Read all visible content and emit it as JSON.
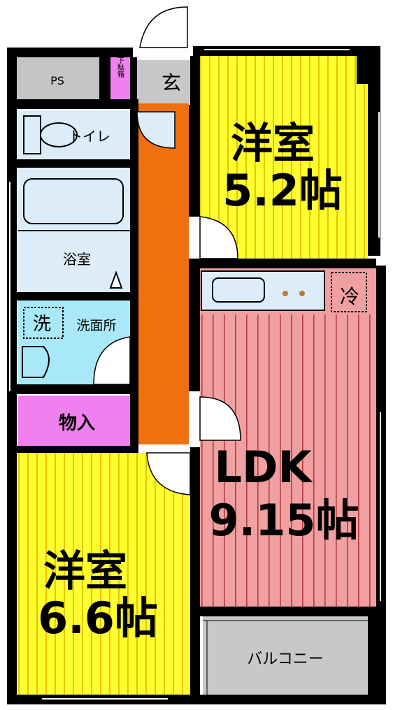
{
  "rooms": {
    "western_room_north": {
      "name": "洋室",
      "size": "5.2帖"
    },
    "ldk": {
      "name": "LDK",
      "size": "9.15帖"
    },
    "western_room_south": {
      "name": "洋室",
      "size": "6.6帖"
    },
    "ps": "PS",
    "shoe_box": "下駄箱",
    "entrance": "玄",
    "toilet": "トイレ",
    "bathroom": "浴室",
    "washroom": "洗面所",
    "washer": "洗",
    "storage": "物入",
    "fridge": "冷",
    "balcony": "バルコニー"
  },
  "colors": {
    "wall": "#000000",
    "corridor": "#f07010",
    "western_room": "#ffff30",
    "western_stripe": "#e8c400",
    "ldk": "#f0a0a0",
    "ldk_stripe": "#b83a3a",
    "wet_area": "#dcecf8",
    "washroom": "#a8e8f8",
    "storage": "#f080f0",
    "ps": "#c4c4c4",
    "balcony": "#c8c8c8"
  }
}
